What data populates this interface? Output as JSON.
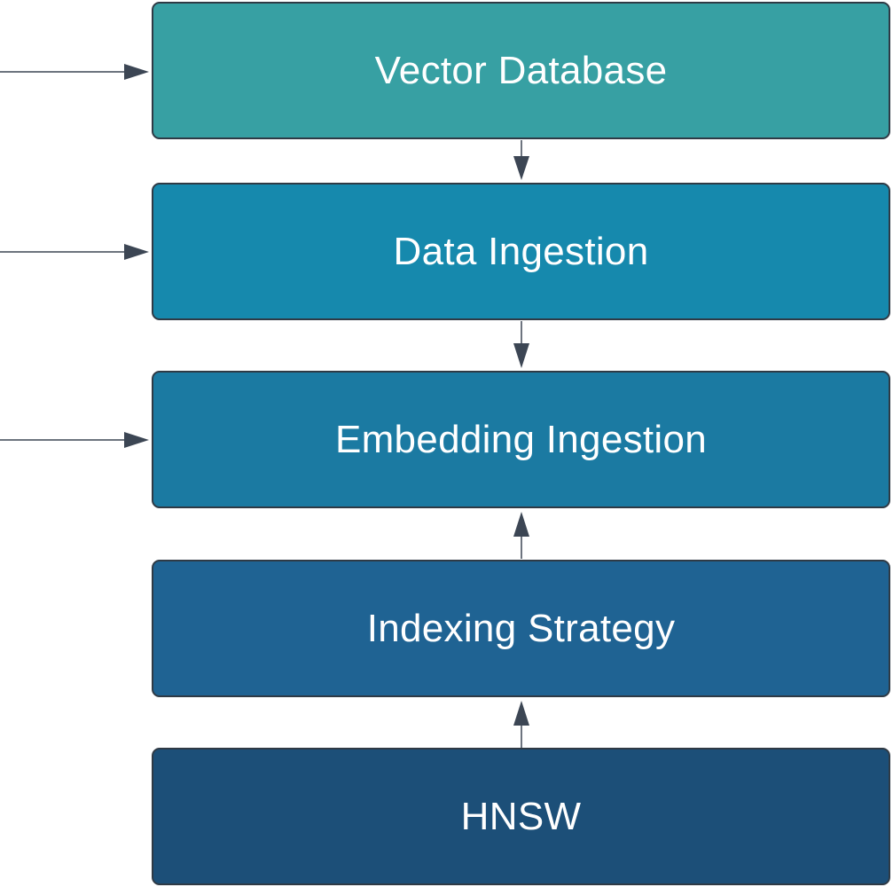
{
  "colors": {
    "vector_database": "#37a0a3",
    "data_ingestion": "#1689ad",
    "embedding_ingestion": "#1b7aa2",
    "indexing_strategy": "#1f6393",
    "hnsw": "#1c4f78",
    "arrow": "#3c4654"
  },
  "boxes": [
    {
      "label": "Vector Database"
    },
    {
      "label": "Data Ingestion"
    },
    {
      "label": "Embedding Ingestion"
    },
    {
      "label": "Indexing Strategy"
    },
    {
      "label": "HNSW"
    }
  ]
}
